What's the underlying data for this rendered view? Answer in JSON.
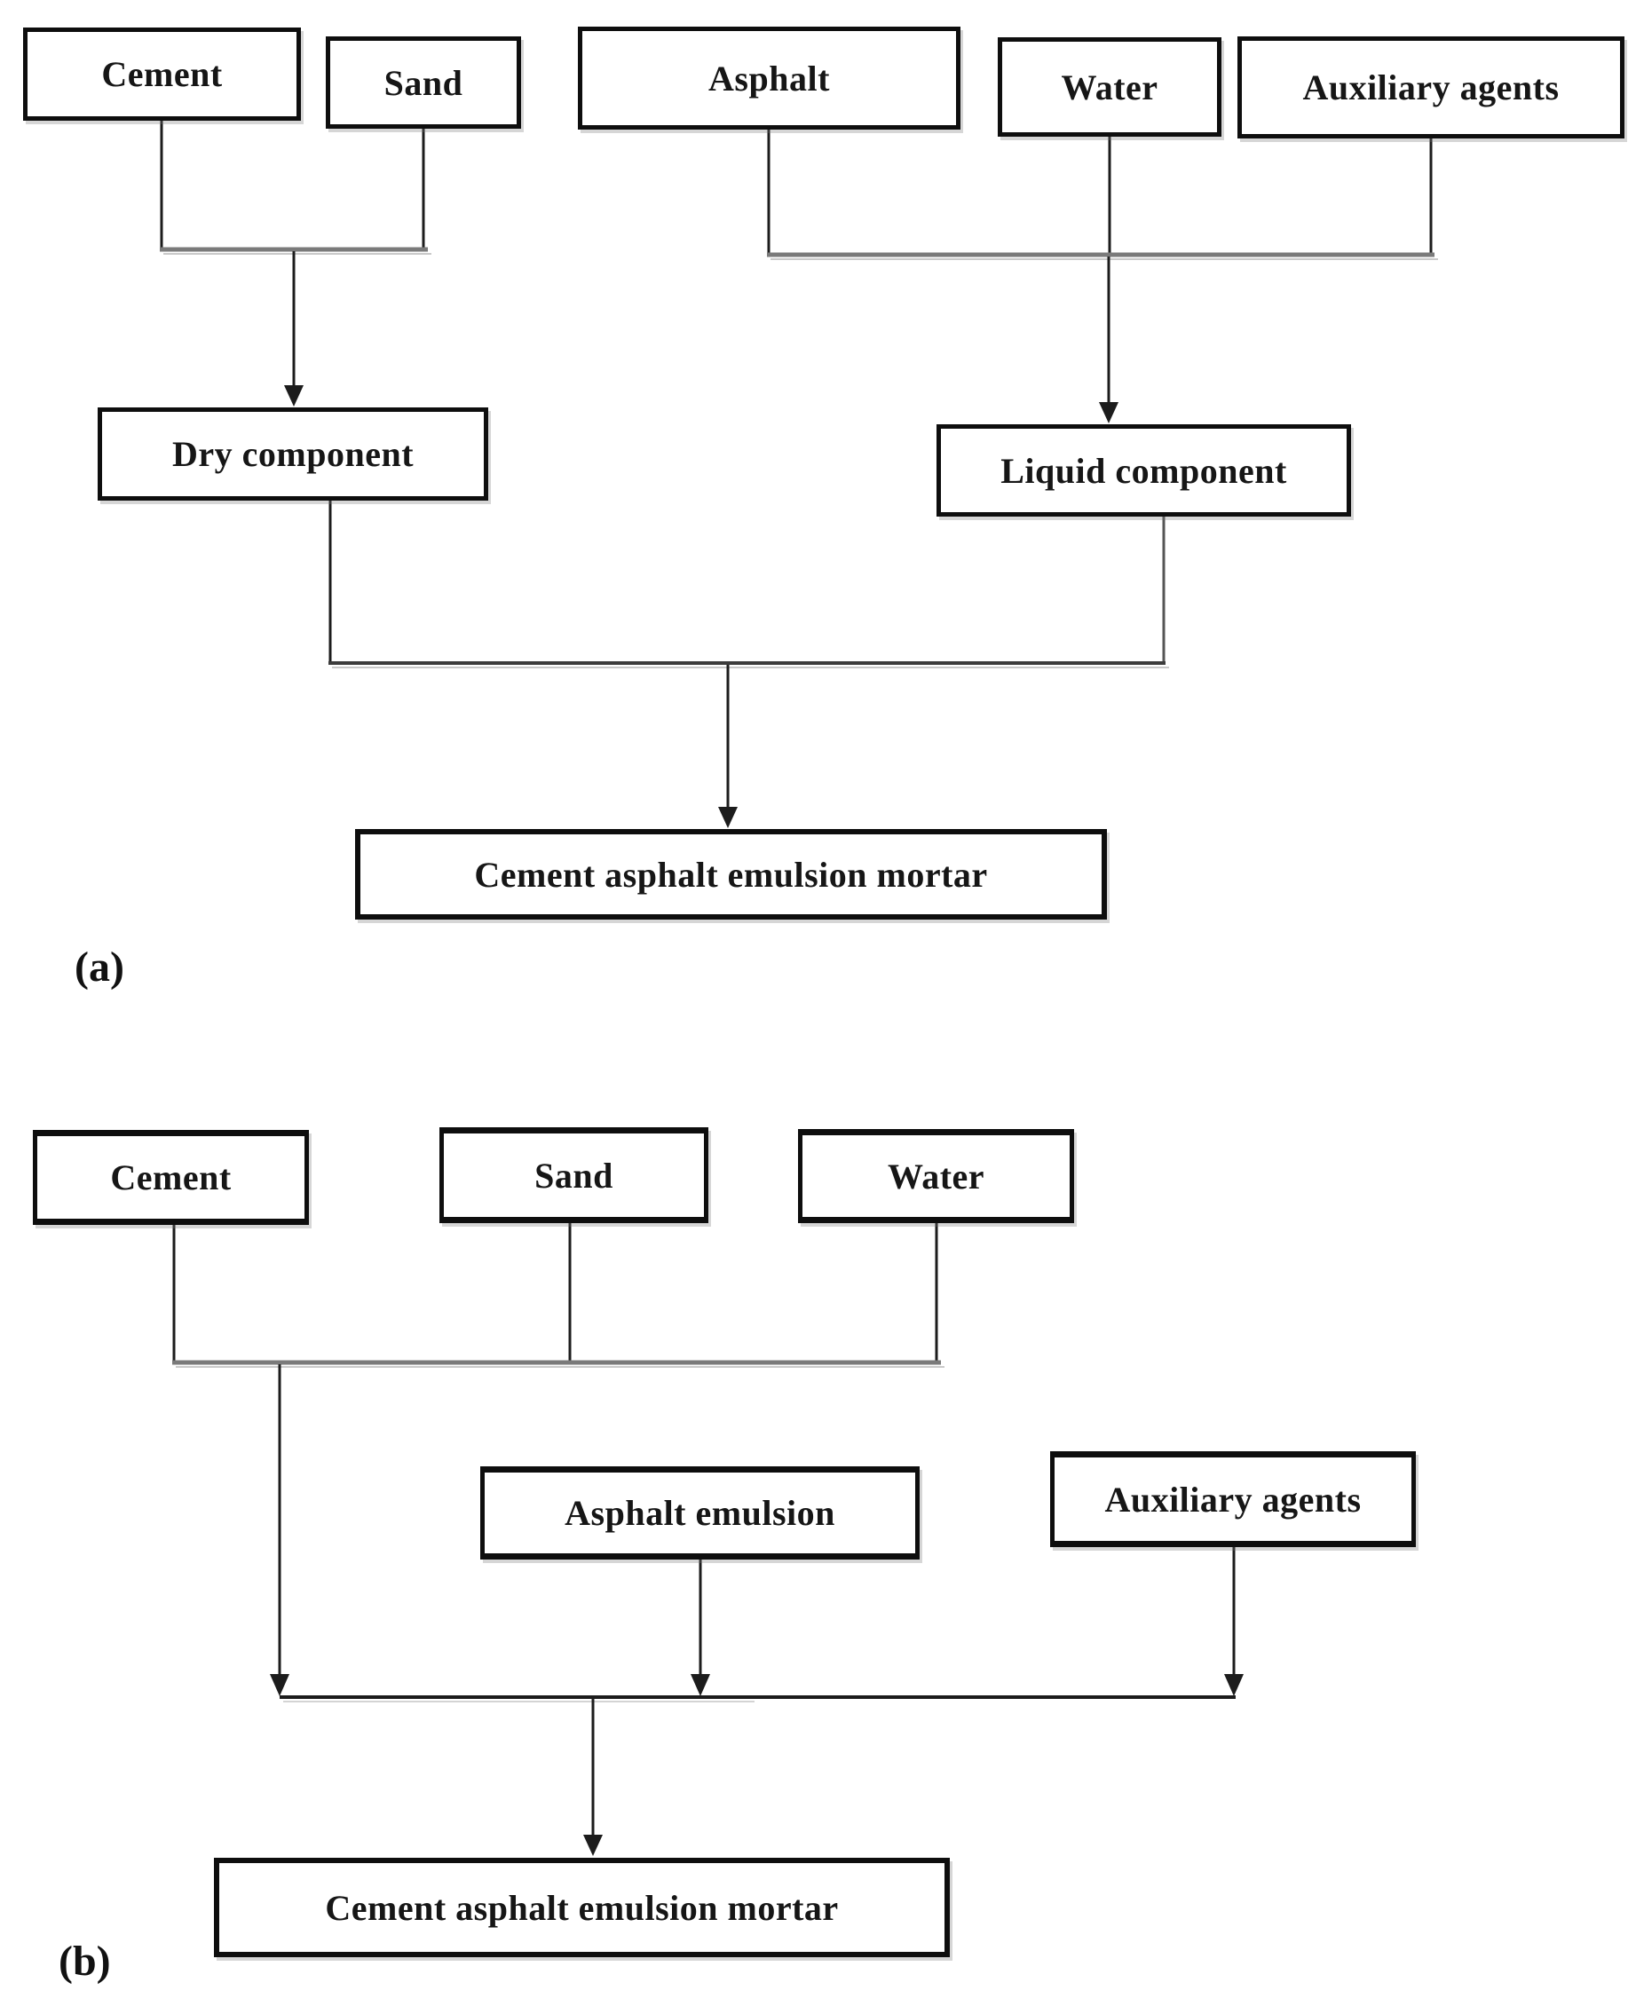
{
  "diagram": {
    "panel_a": {
      "label": "(a)",
      "boxes": {
        "cement": "Cement",
        "sand": "Sand",
        "asphalt": "Asphalt",
        "water": "Water",
        "auxiliary_agents": "Auxiliary agents",
        "dry_component": "Dry component",
        "liquid_component": "Liquid component",
        "output": "Cement asphalt emulsion mortar"
      }
    },
    "panel_b": {
      "label": "(b)",
      "boxes": {
        "cement": "Cement",
        "sand": "Sand",
        "water": "Water",
        "asphalt_emulsion": "Asphalt emulsion",
        "auxiliary_agents": "Auxiliary agents",
        "output": "Cement asphalt emulsion mortar"
      }
    },
    "colors": {
      "box_border": "#0e0e0e",
      "line_black": "#1c1c1c",
      "line_gray": "#7a7a7a",
      "background": "#ffffff"
    }
  }
}
